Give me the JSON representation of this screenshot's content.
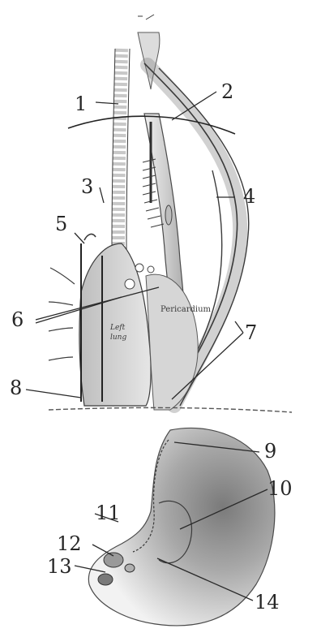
{
  "labels": {
    "l1": "1",
    "l2": "2",
    "l3": "3",
    "l4": "4",
    "l5": "5",
    "l6": "6",
    "l7": "7",
    "l8": "8",
    "l9": "9",
    "l10": "10",
    "l11": "11",
    "l12": "12",
    "l13": "13",
    "l14": "14"
  },
  "organ_text": {
    "pericardium": "Pericardium",
    "left_lung_1": "Left",
    "left_lung_2": "lung"
  },
  "colors": {
    "ink": "#262626",
    "shade_light": "#e2e2e2",
    "shade_mid": "#c8c8c8",
    "shade_dark": "#8c8c8c"
  }
}
